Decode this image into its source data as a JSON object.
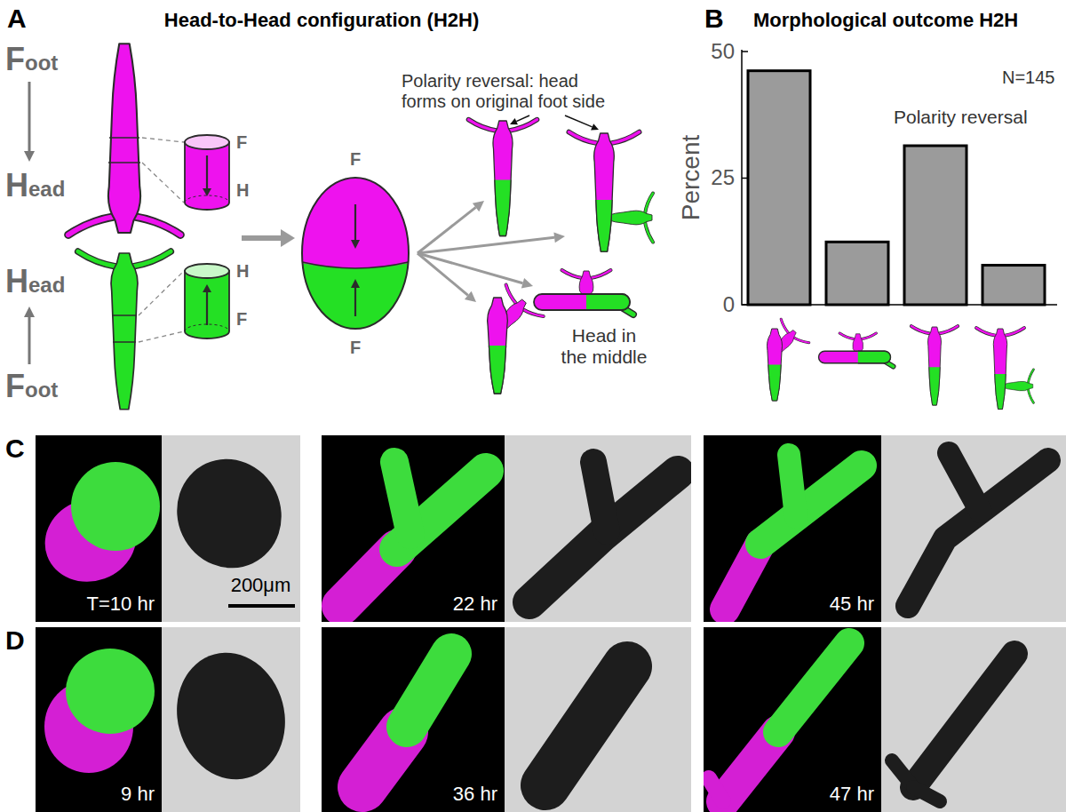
{
  "diagram": {
    "nodes": [
      {
        "text": [
          "F",
          "H"
        ]
      },
      {
        "text": [
          "H",
          "F"
        ]
      },
      {
        "text": [
          "F",
          "F"
        ]
      },
      {
        "text": [
          "T=10 hr"
        ]
      },
      {
        "text": [
          "200μm"
        ]
      },
      {
        "text": [
          "22 hr"
        ]
      },
      {
        "text": [
          "45 hr"
        ]
      },
      {
        "text": [
          "9 hr"
        ]
      },
      {
        "text": [
          "36 hr"
        ]
      },
      {
        "text": [
          "47 hr"
        ]
      }
    ],
    "labels": [
      "A",
      "Head-to-Head configuration (H2H)",
      "Foot",
      "Head",
      "Head",
      "Foot",
      "Polarity reversal: head forms on original foot side",
      "Head in the middle",
      "B",
      "Morphological outcome H2H",
      "N=145",
      "Polarity reversal",
      "50",
      "25",
      "0",
      "Percent",
      "C",
      "D"
    ]
  }
}
